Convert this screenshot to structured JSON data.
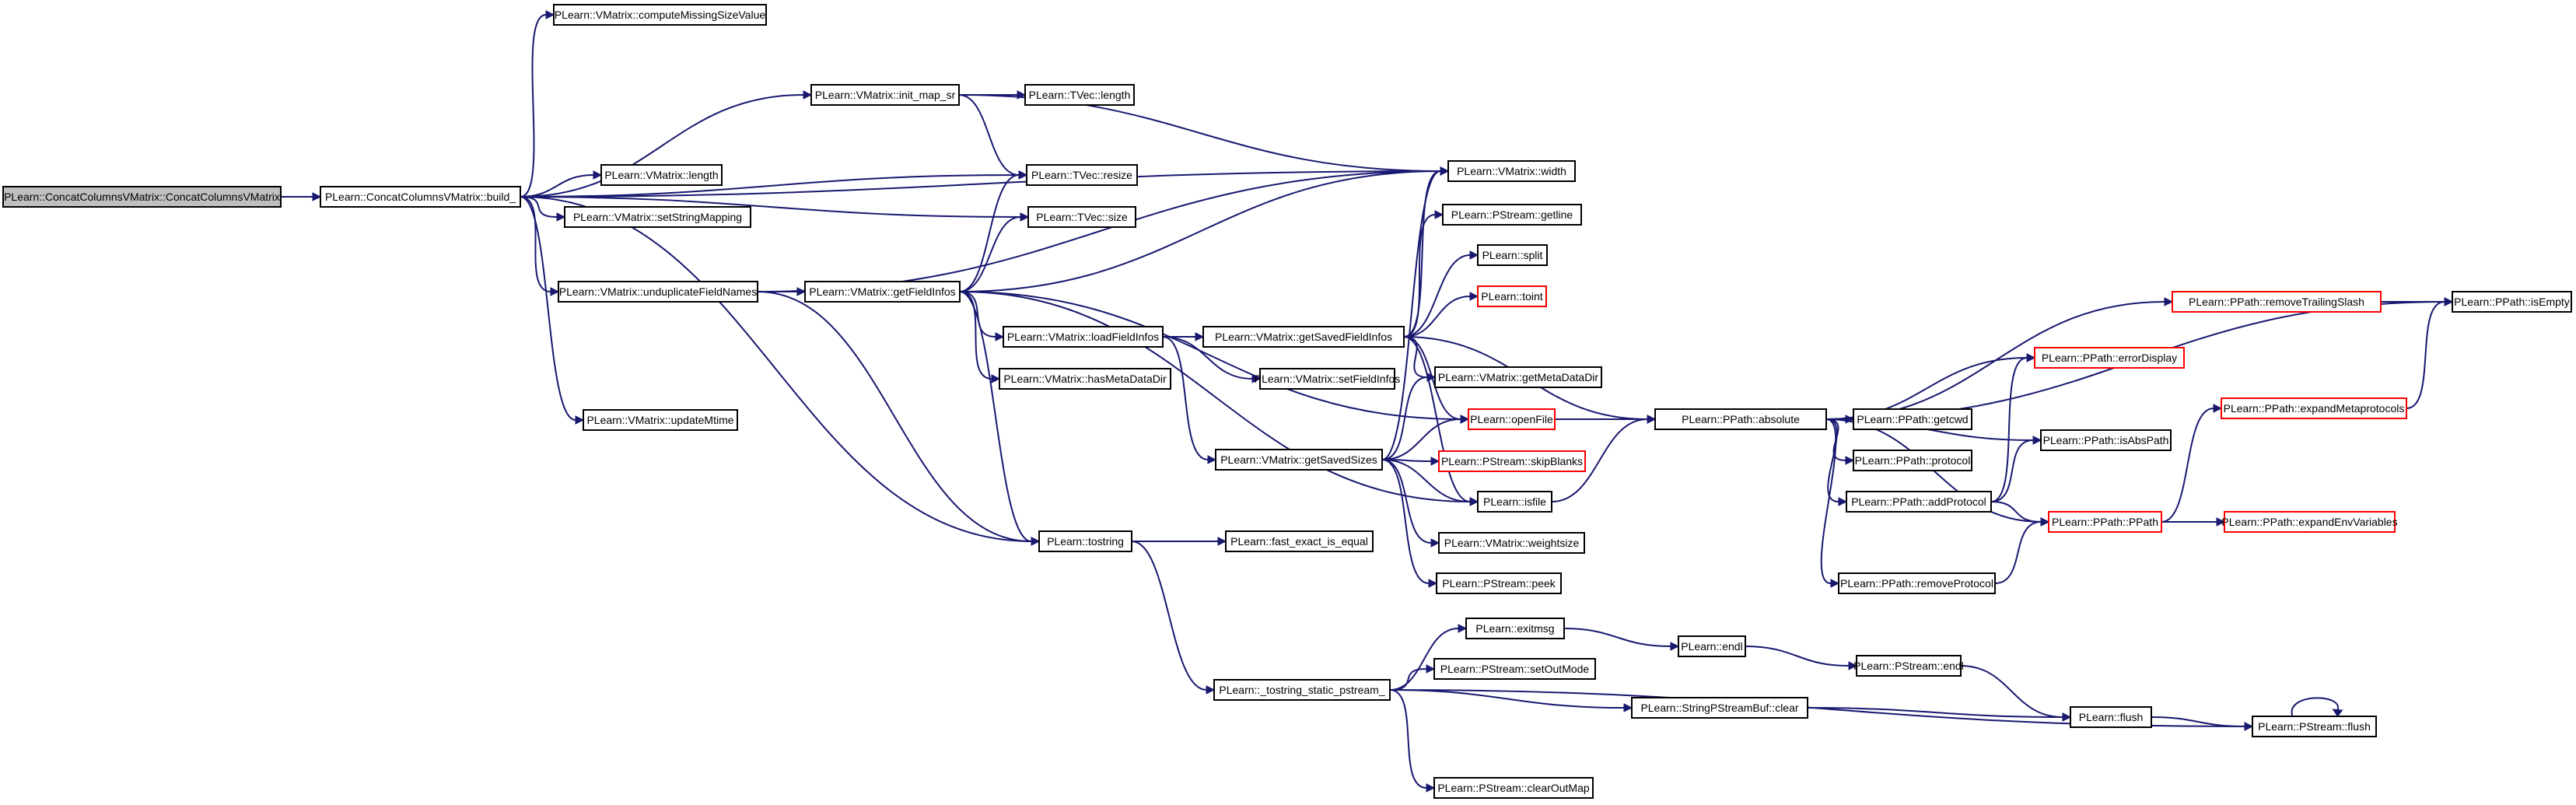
{
  "colors": {
    "root_fill": "#bfbfbf",
    "node_fill": "#ffffff",
    "node_border": "#000000",
    "truncated_border": "#ff0000",
    "edge": "#191970"
  },
  "nodes": [
    {
      "id": "n0",
      "label": "PLearn::ConcatColumnsVMatrix::ConcatColumnsVMatrix",
      "root": true
    },
    {
      "id": "n1",
      "label": "PLearn::ConcatColumnsVMatrix::build_"
    },
    {
      "id": "n2",
      "label": "PLearn::VMatrix::computeMissingSizeValue"
    },
    {
      "id": "n3",
      "label": "PLearn::VMatrix::init_map_sr"
    },
    {
      "id": "n4",
      "label": "PLearn::TVec::length"
    },
    {
      "id": "n5",
      "label": "PLearn::TVec::resize"
    },
    {
      "id": "n6",
      "label": "PLearn::VMatrix::width"
    },
    {
      "id": "n7",
      "label": "PLearn::VMatrix::length"
    },
    {
      "id": "n8",
      "label": "PLearn::VMatrix::setStringMapping"
    },
    {
      "id": "n9",
      "label": "PLearn::TVec::size"
    },
    {
      "id": "n10",
      "label": "PLearn::VMatrix::unduplicateFieldNames"
    },
    {
      "id": "n11",
      "label": "PLearn::VMatrix::getFieldInfos"
    },
    {
      "id": "n12",
      "label": "PLearn::VMatrix::updateMtime"
    },
    {
      "id": "n13",
      "label": "PLearn::tostring"
    },
    {
      "id": "n14",
      "label": "PLearn::VMatrix::loadFieldInfos"
    },
    {
      "id": "n15",
      "label": "PLearn::VMatrix::hasMetaDataDir"
    },
    {
      "id": "n16",
      "label": "PLearn::VMatrix::getSavedFieldInfos"
    },
    {
      "id": "n17",
      "label": "PLearn::VMatrix::setFieldInfos"
    },
    {
      "id": "n18",
      "label": "PLearn::VMatrix::getSavedSizes"
    },
    {
      "id": "n19",
      "label": "PLearn::fast_exact_is_equal"
    },
    {
      "id": "n20",
      "label": "PLearn::_tostring_static_pstream_"
    },
    {
      "id": "n21",
      "label": "PLearn::PStream::getline"
    },
    {
      "id": "n22",
      "label": "PLearn::split"
    },
    {
      "id": "n23",
      "label": "PLearn::toint",
      "truncated": true
    },
    {
      "id": "n24",
      "label": "PLearn::VMatrix::getMetaDataDir"
    },
    {
      "id": "n25",
      "label": "PLearn::openFile",
      "truncated": true
    },
    {
      "id": "n26",
      "label": "PLearn::PStream::skipBlanks",
      "truncated": true
    },
    {
      "id": "n27",
      "label": "PLearn::isfile"
    },
    {
      "id": "n28",
      "label": "PLearn::VMatrix::weightsize"
    },
    {
      "id": "n29",
      "label": "PLearn::PStream::peek"
    },
    {
      "id": "n30",
      "label": "PLearn::exitmsg"
    },
    {
      "id": "n31",
      "label": "PLearn::PStream::setOutMode"
    },
    {
      "id": "n32",
      "label": "PLearn::StringPStreamBuf::clear"
    },
    {
      "id": "n33",
      "label": "PLearn::PStream::clearOutMap"
    },
    {
      "id": "n34",
      "label": "PLearn::PPath::absolute"
    },
    {
      "id": "n35",
      "label": "PLearn::PPath::getcwd"
    },
    {
      "id": "n36",
      "label": "PLearn::PPath::protocol"
    },
    {
      "id": "n37",
      "label": "PLearn::PPath::addProtocol"
    },
    {
      "id": "n38",
      "label": "PLearn::PPath::removeProtocol"
    },
    {
      "id": "n39",
      "label": "PLearn::endl"
    },
    {
      "id": "n40",
      "label": "PLearn::PStream::endl"
    },
    {
      "id": "n41",
      "label": "PLearn::flush"
    },
    {
      "id": "n42",
      "label": "PLearn::PStream::flush"
    },
    {
      "id": "n43",
      "label": "PLearn::PPath::removeTrailingSlash",
      "truncated": true
    },
    {
      "id": "n44",
      "label": "PLearn::PPath::errorDisplay",
      "truncated": true
    },
    {
      "id": "n45",
      "label": "PLearn::PPath::isAbsPath"
    },
    {
      "id": "n46",
      "label": "PLearn::PPath::PPath",
      "truncated": true
    },
    {
      "id": "n47",
      "label": "PLearn::PPath::expandMetaprotocols",
      "truncated": true
    },
    {
      "id": "n48",
      "label": "PLearn::PPath::expandEnvVariables",
      "truncated": true
    },
    {
      "id": "n49",
      "label": "PLearn::PPath::isEmpty"
    }
  ],
  "edges": [
    [
      "n0",
      "n1"
    ],
    [
      "n1",
      "n2"
    ],
    [
      "n1",
      "n3"
    ],
    [
      "n1",
      "n5"
    ],
    [
      "n1",
      "n6"
    ],
    [
      "n1",
      "n7"
    ],
    [
      "n1",
      "n8"
    ],
    [
      "n1",
      "n9"
    ],
    [
      "n1",
      "n10"
    ],
    [
      "n1",
      "n12"
    ],
    [
      "n1",
      "n13"
    ],
    [
      "n3",
      "n4"
    ],
    [
      "n3",
      "n5"
    ],
    [
      "n3",
      "n6"
    ],
    [
      "n10",
      "n11"
    ],
    [
      "n10",
      "n13"
    ],
    [
      "n10",
      "n6"
    ],
    [
      "n11",
      "n5"
    ],
    [
      "n11",
      "n9"
    ],
    [
      "n11",
      "n6"
    ],
    [
      "n11",
      "n14"
    ],
    [
      "n11",
      "n15"
    ],
    [
      "n11",
      "n13"
    ],
    [
      "n11",
      "n25"
    ],
    [
      "n11",
      "n27"
    ],
    [
      "n14",
      "n16"
    ],
    [
      "n14",
      "n17"
    ],
    [
      "n14",
      "n18"
    ],
    [
      "n16",
      "n6"
    ],
    [
      "n16",
      "n21"
    ],
    [
      "n16",
      "n22"
    ],
    [
      "n16",
      "n23"
    ],
    [
      "n16",
      "n24"
    ],
    [
      "n16",
      "n25"
    ],
    [
      "n16",
      "n27"
    ],
    [
      "n16",
      "n34"
    ],
    [
      "n18",
      "n6"
    ],
    [
      "n18",
      "n24"
    ],
    [
      "n18",
      "n25"
    ],
    [
      "n18",
      "n26"
    ],
    [
      "n18",
      "n27"
    ],
    [
      "n18",
      "n28"
    ],
    [
      "n18",
      "n29"
    ],
    [
      "n13",
      "n19"
    ],
    [
      "n13",
      "n20"
    ],
    [
      "n20",
      "n30"
    ],
    [
      "n20",
      "n31"
    ],
    [
      "n20",
      "n32"
    ],
    [
      "n20",
      "n33"
    ],
    [
      "n20",
      "n42"
    ],
    [
      "n25",
      "n34"
    ],
    [
      "n27",
      "n34"
    ],
    [
      "n34",
      "n35"
    ],
    [
      "n34",
      "n36"
    ],
    [
      "n34",
      "n37"
    ],
    [
      "n34",
      "n38"
    ],
    [
      "n34",
      "n43"
    ],
    [
      "n34",
      "n44"
    ],
    [
      "n34",
      "n45"
    ],
    [
      "n34",
      "n46"
    ],
    [
      "n34",
      "n49"
    ],
    [
      "n37",
      "n45"
    ],
    [
      "n37",
      "n46"
    ],
    [
      "n37",
      "n44"
    ],
    [
      "n38",
      "n46"
    ],
    [
      "n46",
      "n47"
    ],
    [
      "n46",
      "n48"
    ],
    [
      "n47",
      "n49"
    ],
    [
      "n43",
      "n49"
    ],
    [
      "n30",
      "n39"
    ],
    [
      "n39",
      "n40"
    ],
    [
      "n40",
      "n41"
    ],
    [
      "n32",
      "n41"
    ],
    [
      "n41",
      "n42"
    ],
    [
      "n42",
      "n42"
    ]
  ]
}
